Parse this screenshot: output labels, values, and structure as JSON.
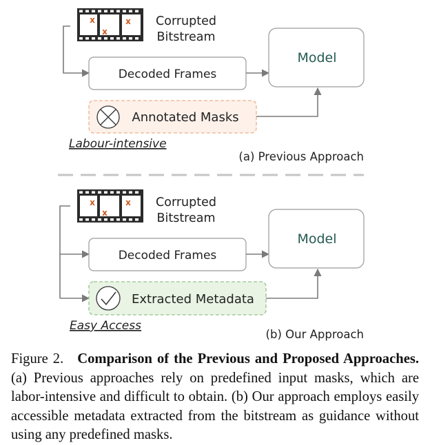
{
  "previous": {
    "bitstream_line1": "Corrupted",
    "bitstream_line2": "Bitstream",
    "decoded_frames": "Decoded Frames",
    "model": "Model",
    "masks": "Annotated Masks",
    "note": "Labour-intensive",
    "caption": "(a) Previous Approach"
  },
  "ours": {
    "bitstream_line1": "Corrupted",
    "bitstream_line2": "Bitstream",
    "decoded_frames": "Decoded Frames",
    "model": "Model",
    "metadata": "Extracted Metadata",
    "note": "Easy Access",
    "caption": "(b) Our Approach"
  },
  "figure_caption": {
    "label": "Figure 2.",
    "title": "Comparison of the Previous and Proposed Approaches.",
    "body": "(a) Previous approaches rely on predefined input masks, which are labor-intensive and difficult to obtain. (b) Our approach employs easily accessible metadata extracted from the bitstream as guidance without using any predefined masks."
  },
  "colors": {
    "mask_fill": "#fdf1ea",
    "mask_border": "#f0b08a",
    "meta_fill": "#e9f4e4",
    "meta_border": "#93c48a",
    "x_mark": "#cc5a1e",
    "model_text": "#245b52"
  }
}
